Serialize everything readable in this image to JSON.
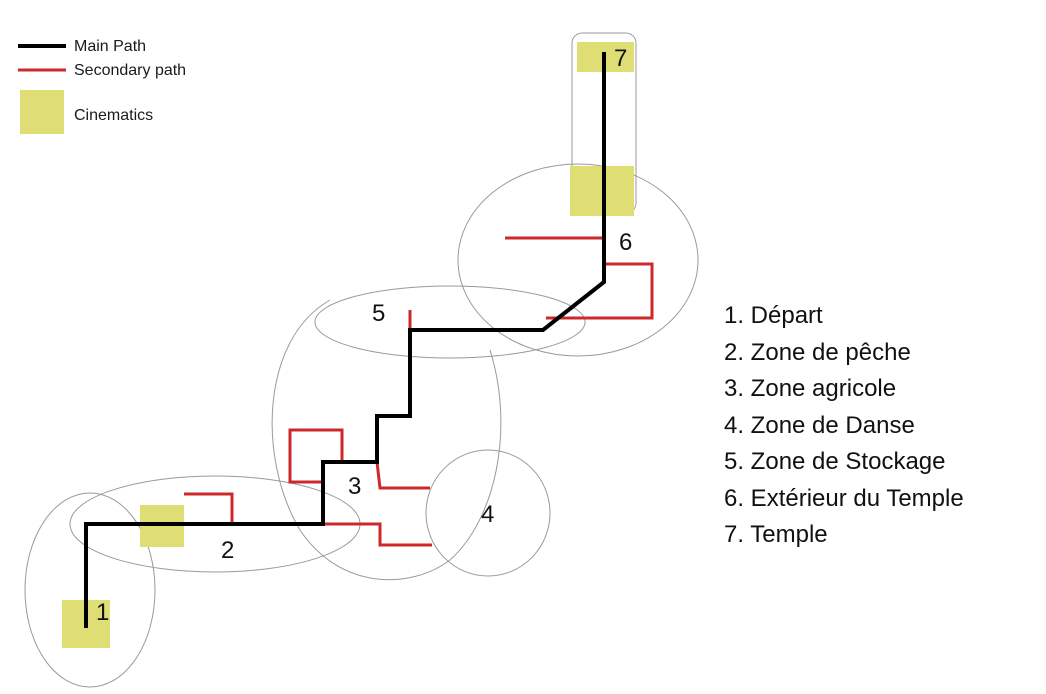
{
  "legend": {
    "main_path": "Main Path",
    "secondary_path": "Secondary path",
    "cinematics": "Cinematics"
  },
  "colors": {
    "main_path": "#000000",
    "secondary_path": "#cc2a2a",
    "cinematics": "#dede74",
    "zone_outline": "#9a9a9a"
  },
  "zone_numbers": [
    "1",
    "2",
    "3",
    "4",
    "5",
    "6",
    "7"
  ],
  "zone_list": [
    "1. Départ",
    "2. Zone de pêche",
    "3. Zone agricole",
    "4. Zone de Danse",
    "5. Zone de Stockage",
    "6. Extérieur du Temple",
    "7. Temple"
  ]
}
